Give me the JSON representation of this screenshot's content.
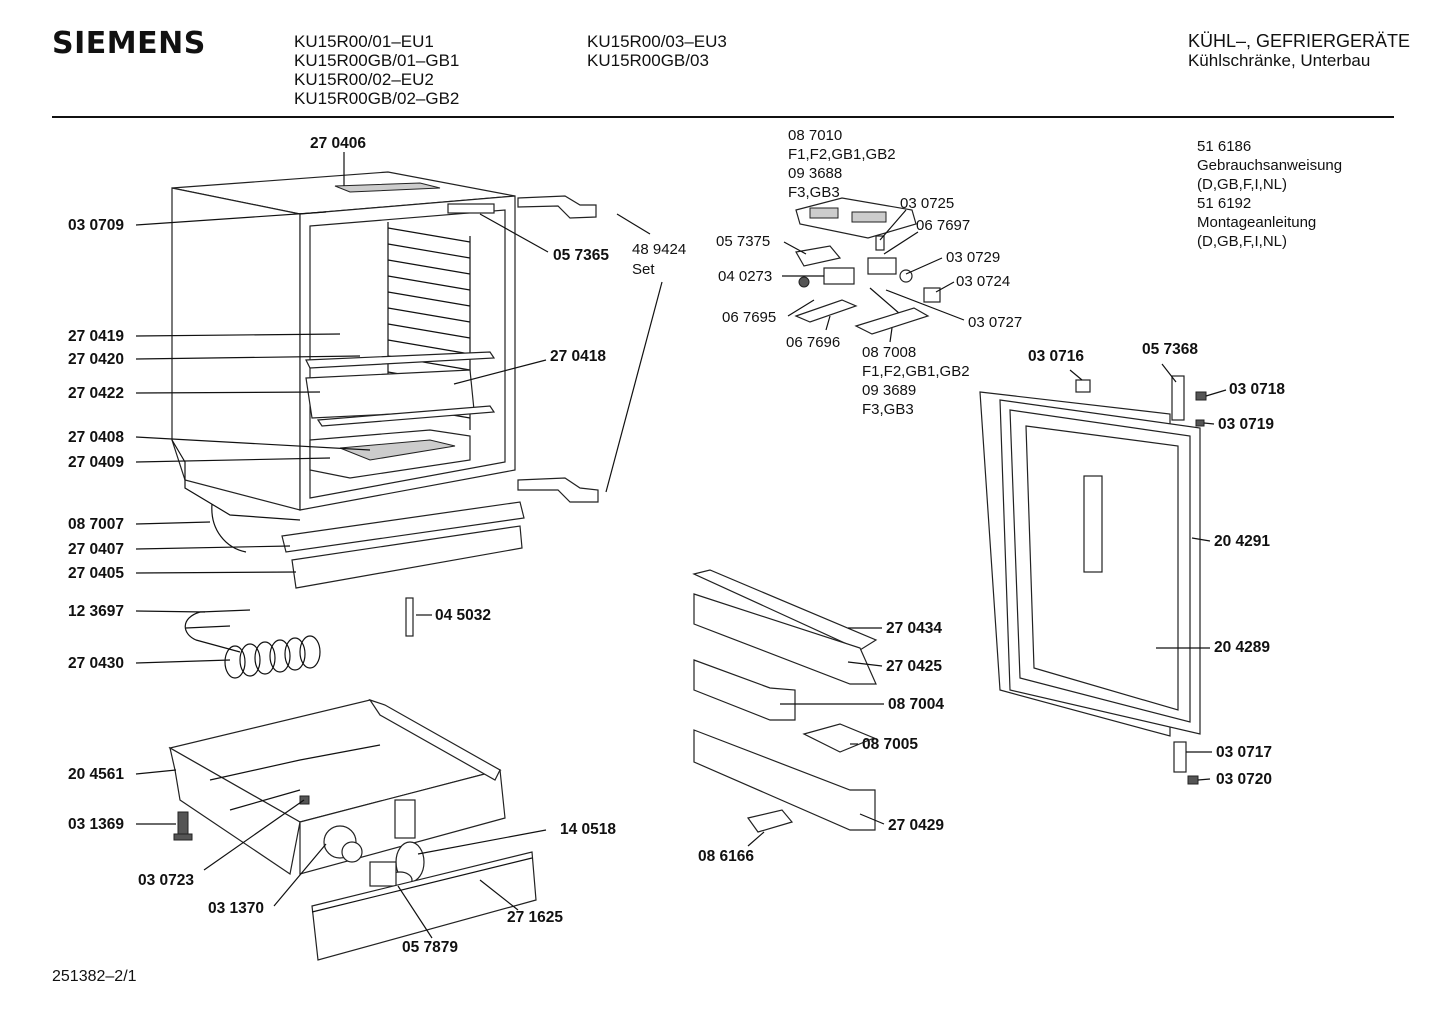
{
  "brand": "SIEMENS",
  "models_col1": [
    "KU15R00/01–EU1",
    "KU15R00GB/01–GB1",
    "KU15R00/02–EU2",
    "KU15R00GB/02–GB2"
  ],
  "models_col2": [
    "KU15R00/03–EU3",
    "KU15R00GB/03"
  ],
  "category": [
    "KÜHL–, GEFRIERGERÄTE",
    "Kühlschränke, Unterbau"
  ],
  "documents": [
    "51 6186",
    "Gebrauchsanweisung",
    "(D,GB,F,I,NL)",
    "51 6192",
    "Montageanleitung",
    "(D,GB,F,I,NL)"
  ],
  "footer": "251382–2/1",
  "parts": [
    {
      "id": "270406",
      "text": "27 0406",
      "bold": true
    },
    {
      "id": "030709",
      "text": "03 0709",
      "bold": true
    },
    {
      "id": "057365",
      "text": "05 7365",
      "bold": true
    },
    {
      "id": "489424",
      "text": "48 9424",
      "bold": false
    },
    {
      "id": "set",
      "text": "Set",
      "bold": false
    },
    {
      "id": "270419",
      "text": "27 0419",
      "bold": true
    },
    {
      "id": "270420",
      "text": "27 0420",
      "bold": true
    },
    {
      "id": "270418",
      "text": "27 0418",
      "bold": true
    },
    {
      "id": "270422",
      "text": "27 0422",
      "bold": true
    },
    {
      "id": "270408",
      "text": "27 0408",
      "bold": true
    },
    {
      "id": "270409",
      "text": "27 0409",
      "bold": true
    },
    {
      "id": "087007",
      "text": "08 7007",
      "bold": true
    },
    {
      "id": "270407",
      "text": "27 0407",
      "bold": true
    },
    {
      "id": "270405",
      "text": "27 0405",
      "bold": true
    },
    {
      "id": "123697",
      "text": "12 3697",
      "bold": true
    },
    {
      "id": "045032",
      "text": "04 5032",
      "bold": true
    },
    {
      "id": "270430",
      "text": "27 0430",
      "bold": true
    },
    {
      "id": "204561",
      "text": "20 4561",
      "bold": true
    },
    {
      "id": "031369",
      "text": "03 1369",
      "bold": true
    },
    {
      "id": "030723",
      "text": "03 0723",
      "bold": true
    },
    {
      "id": "140518",
      "text": "14 0518",
      "bold": true
    },
    {
      "id": "031370",
      "text": "03 1370",
      "bold": true
    },
    {
      "id": "271625",
      "text": "27 1625",
      "bold": true
    },
    {
      "id": "057879",
      "text": "05 7879",
      "bold": true
    },
    {
      "id": "087010",
      "text": "08 7010",
      "bold": false
    },
    {
      "id": "f1a",
      "text": "F1,F2,GB1,GB2",
      "bold": false
    },
    {
      "id": "093688",
      "text": "09 3688",
      "bold": false
    },
    {
      "id": "f3a",
      "text": "F3,GB3",
      "bold": false
    },
    {
      "id": "030725",
      "text": "03 0725",
      "bold": false
    },
    {
      "id": "067697",
      "text": "06 7697",
      "bold": false
    },
    {
      "id": "057375",
      "text": "05 7375",
      "bold": false
    },
    {
      "id": "030729",
      "text": "03 0729",
      "bold": false
    },
    {
      "id": "040273",
      "text": "04 0273",
      "bold": false
    },
    {
      "id": "030724",
      "text": "03 0724",
      "bold": false
    },
    {
      "id": "067695",
      "text": "06 7695",
      "bold": false
    },
    {
      "id": "030727",
      "text": "03 0727",
      "bold": false
    },
    {
      "id": "067696",
      "text": "06 7696",
      "bold": false
    },
    {
      "id": "087008",
      "text": "08 7008",
      "bold": false
    },
    {
      "id": "f1b",
      "text": "F1,F2,GB1,GB2",
      "bold": false
    },
    {
      "id": "093689",
      "text": "09 3689",
      "bold": false
    },
    {
      "id": "f3b",
      "text": "F3,GB3",
      "bold": false
    },
    {
      "id": "030716",
      "text": "03 0716",
      "bold": true
    },
    {
      "id": "057368",
      "text": "05 7368",
      "bold": true
    },
    {
      "id": "030718",
      "text": "03 0718",
      "bold": true
    },
    {
      "id": "030719",
      "text": "03 0719",
      "bold": true
    },
    {
      "id": "204291",
      "text": "20 4291",
      "bold": true
    },
    {
      "id": "204289",
      "text": "20 4289",
      "bold": true
    },
    {
      "id": "030717",
      "text": "03 0717",
      "bold": true
    },
    {
      "id": "030720",
      "text": "03 0720",
      "bold": true
    },
    {
      "id": "270434",
      "text": "27 0434",
      "bold": true
    },
    {
      "id": "270425",
      "text": "27 0425",
      "bold": true
    },
    {
      "id": "087004",
      "text": "08 7004",
      "bold": true
    },
    {
      "id": "087005",
      "text": "08 7005",
      "bold": true
    },
    {
      "id": "270429",
      "text": "27 0429",
      "bold": true
    },
    {
      "id": "086166",
      "text": "08 6166",
      "bold": true
    }
  ]
}
